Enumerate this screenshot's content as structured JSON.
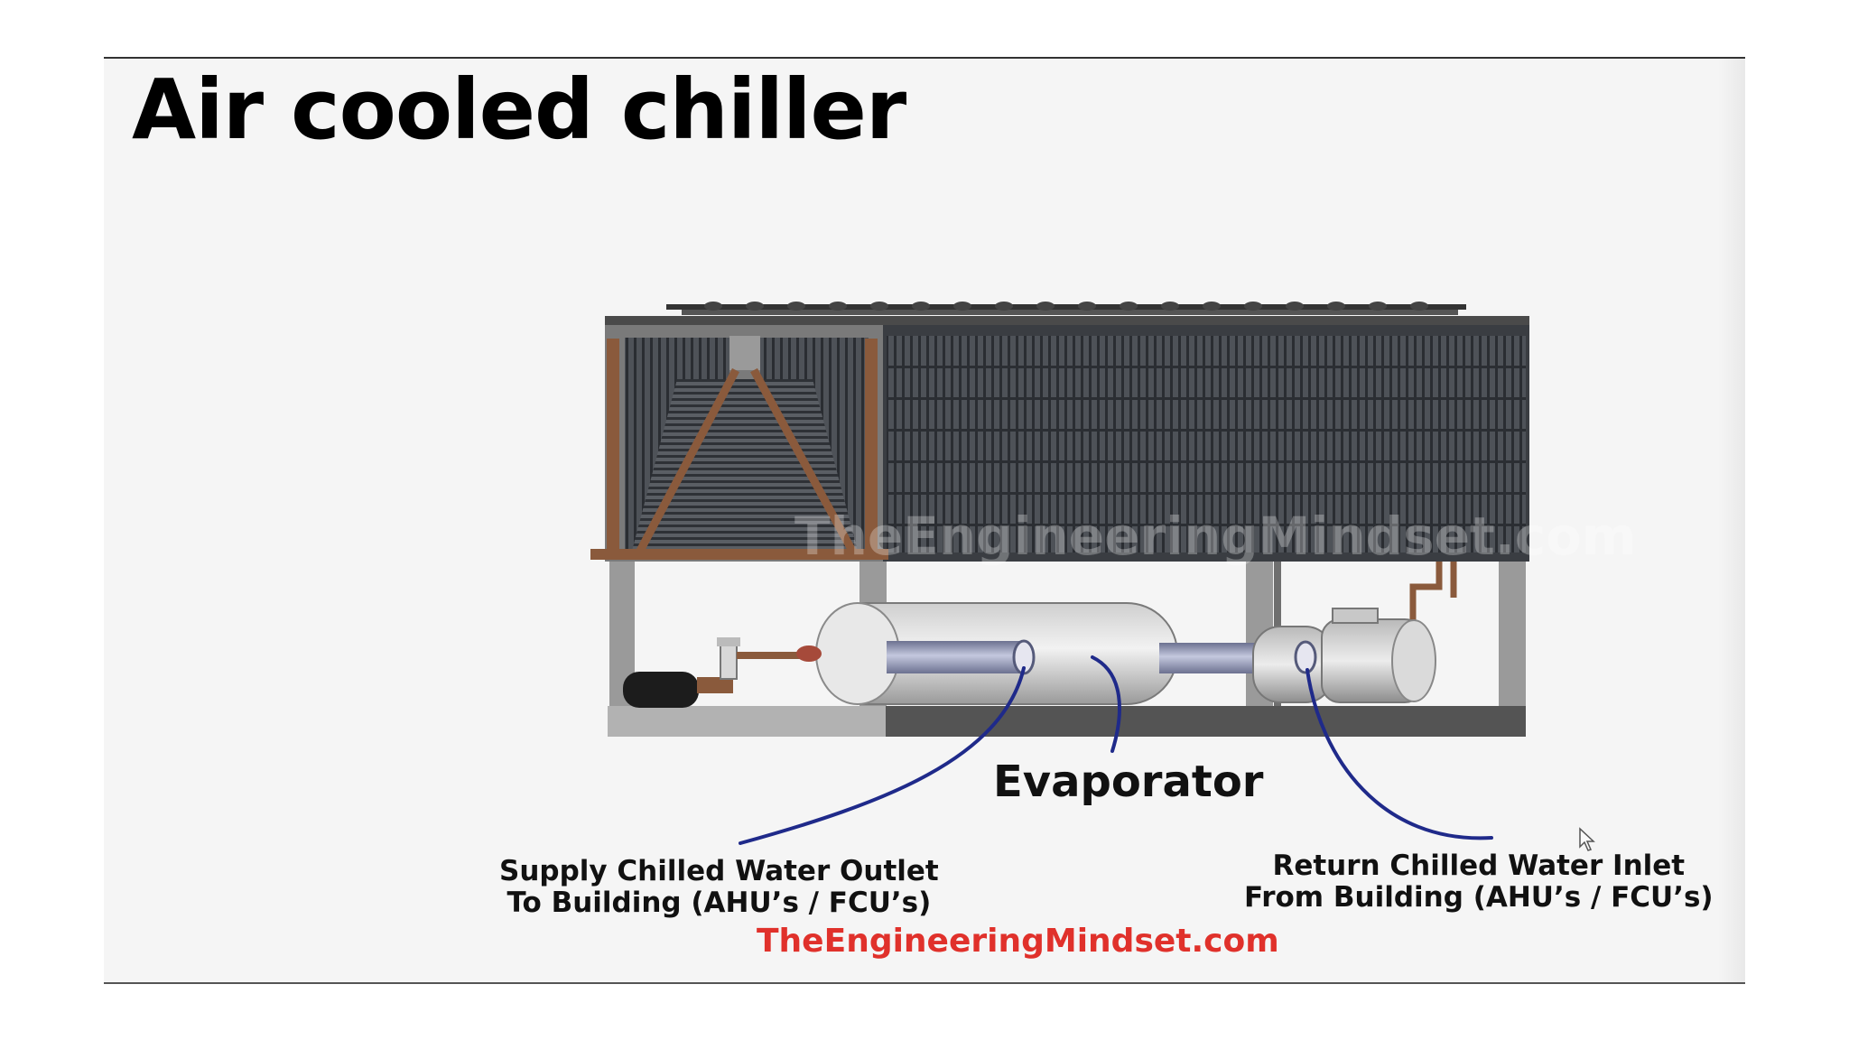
{
  "slide": {
    "title": "Air cooled chiller",
    "footer_url": "TheEngineeringMindset.com"
  },
  "diagram": {
    "labels": {
      "evaporator": "Evaporator",
      "supply_line1": "Supply Chilled Water Outlet",
      "supply_line2": "To Building (AHU’s / FCU’s)",
      "return_line1": "Return Chilled Water Inlet",
      "return_line2": "From Building (AHU’s / FCU’s)"
    },
    "watermark": "TheEngineeringMindset.com",
    "colors": {
      "leader_lines": "#1f2a8a",
      "footer_url": "#e0312b",
      "pipes": "#8a8fa8",
      "copper": "#8a5a3c"
    },
    "icons": [
      "cursor-icon"
    ]
  }
}
